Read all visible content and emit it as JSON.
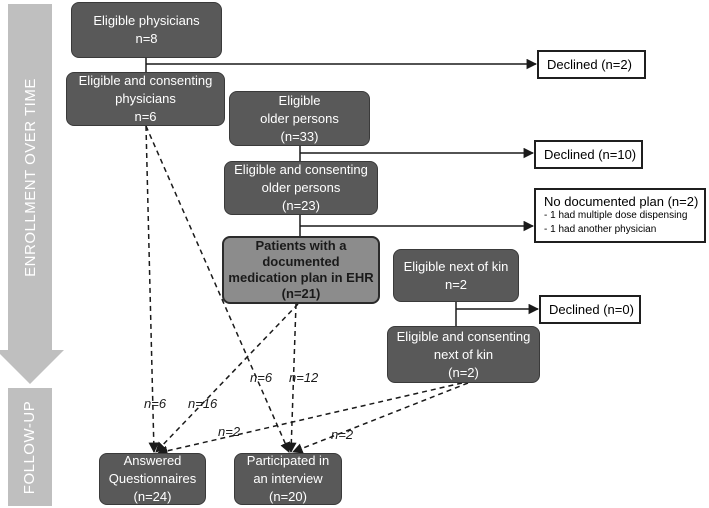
{
  "side_labels": {
    "enrollment": "ENROLLMENT OVER TIME",
    "followup": "FOLLOW-UP"
  },
  "nodes": {
    "eligible_physicians": [
      "Eligible physicians",
      "n=8"
    ],
    "consenting_physicians": [
      "Eligible and consenting",
      "physicians",
      "n=6"
    ],
    "eligible_older": [
      "Eligible",
      "older persons",
      "(n=33)"
    ],
    "consenting_older": [
      "Eligible and consenting",
      "older persons",
      "(n=23)"
    ],
    "patients_plan": [
      "Patients with a",
      "documented",
      "medication plan in EHR",
      "(n=21)"
    ],
    "eligible_kin": [
      "Eligible next of kin",
      "n=2"
    ],
    "consenting_kin": [
      "Eligible and consenting",
      "next of kin",
      "(n=2)"
    ],
    "answered": [
      "Answered",
      "Questionnaires",
      "(n=24)"
    ],
    "interview": [
      "Participated in",
      "an interview",
      "(n=20)"
    ]
  },
  "outcomes": {
    "declined_physicians": "Declined (n=2)",
    "declined_older": "Declined (n=10)",
    "no_plan": {
      "title": "No documented plan (n=2)",
      "items": [
        "- 1 had multiple dose dispensing",
        "- 1 had another physician"
      ]
    },
    "declined_kin": "Declined (n=0)"
  },
  "flow_labels": {
    "phys_to_answered": "n=6",
    "patients_to_answered": "n=16",
    "phys_to_interview": "n=6",
    "patients_to_interview": "n=12",
    "kin_to_answered": "n=2",
    "kin_to_interview": "n=2"
  }
}
